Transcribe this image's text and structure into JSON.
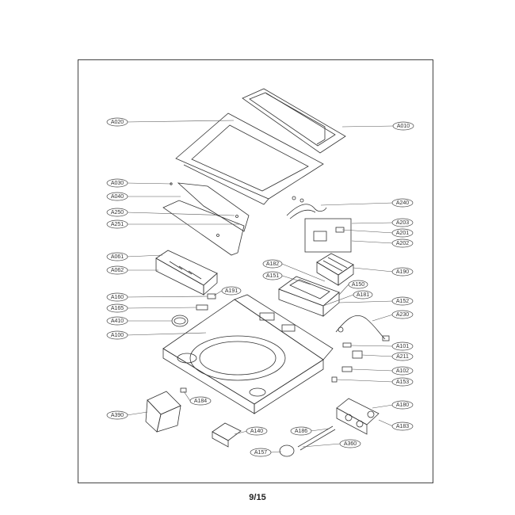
{
  "page": {
    "number": "9/15"
  },
  "parts": [
    {
      "id": "A020"
    },
    {
      "id": "A010"
    },
    {
      "id": "A030"
    },
    {
      "id": "A040"
    },
    {
      "id": "A240"
    },
    {
      "id": "A250"
    },
    {
      "id": "A203"
    },
    {
      "id": "A251"
    },
    {
      "id": "A201"
    },
    {
      "id": "A202"
    },
    {
      "id": "A061"
    },
    {
      "id": "A182"
    },
    {
      "id": "A190"
    },
    {
      "id": "A062"
    },
    {
      "id": "A151"
    },
    {
      "id": "A150"
    },
    {
      "id": "A181"
    },
    {
      "id": "A191"
    },
    {
      "id": "A160"
    },
    {
      "id": "A152"
    },
    {
      "id": "A165"
    },
    {
      "id": "A230"
    },
    {
      "id": "A410"
    },
    {
      "id": "A100"
    },
    {
      "id": "A101"
    },
    {
      "id": "A211"
    },
    {
      "id": "A102"
    },
    {
      "id": "A153"
    },
    {
      "id": "A184"
    },
    {
      "id": "A180"
    },
    {
      "id": "A390"
    },
    {
      "id": "A183"
    },
    {
      "id": "A140"
    },
    {
      "id": "A186"
    },
    {
      "id": "A157"
    },
    {
      "id": "A360"
    }
  ]
}
